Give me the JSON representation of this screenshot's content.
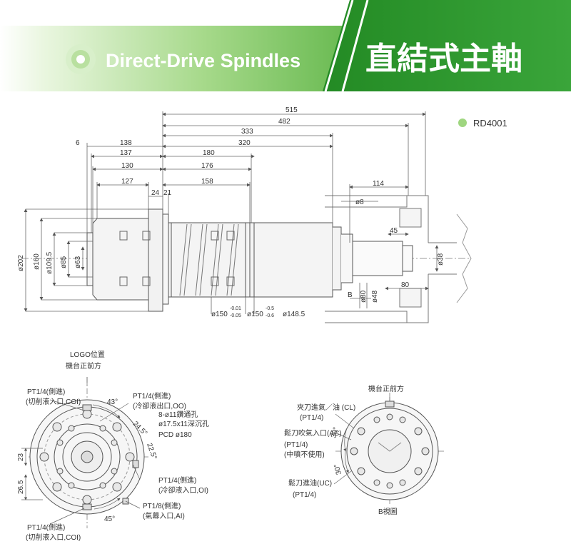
{
  "header": {
    "title_en": "Direct-Drive Spindles",
    "title_zh": "直結式主軸",
    "colors": {
      "green_dark": "#2e8b2e",
      "green_light": "#8ed06a",
      "white": "#ffffff"
    }
  },
  "model": "RD4001",
  "top_view": {
    "dims": {
      "d515": "515",
      "d482": "482",
      "d333": "333",
      "d320": "320",
      "d6": "6",
      "d138": "138",
      "d137": "137",
      "d180": "180",
      "d130": "130",
      "d176": "176",
      "d127": "127",
      "d158": "158",
      "d24": "24",
      "d21": "21",
      "d114": "114",
      "d8": "ø8",
      "d45": "45",
      "d80": "80",
      "d38": "ø38",
      "d80v": "ø80",
      "d48": "ø48",
      "b_label": "B",
      "d202": "ø202",
      "d160": "ø160",
      "d1095": "ø109.5",
      "d85": "ø85",
      "d63": "ø63",
      "d150a": "ø150",
      "d150a_tol_up": "-0.01",
      "d150a_tol_dn": "-0.05",
      "d150b": "ø150",
      "d150b_tol_up": "-0.5",
      "d150b_tol_dn": "-0.6",
      "d1485": "ø148.5"
    }
  },
  "front_view": {
    "logo_pos": "LOGO位置",
    "machine_front": "機台正前方",
    "pt_side_1": "PT1/4(側進)",
    "cutting_in_1": "(切削液入口,COI)",
    "pt_side_2": "PT1/4(側進)",
    "coolant_out": "(冷卻液出口,OO)",
    "holes": "8-ø11鑽通孔",
    "counterbore": "ø17.5x11深沉孔",
    "pcd": "PCD ø180",
    "angle_43": "43°",
    "angle_245": "24.5°",
    "angle_225": "22.5°",
    "angle_45": "45°",
    "pt_side_3": "PT1/4(側進)",
    "coolant_in": "(冷卻液入口,OI)",
    "pt_18": "PT1/8(側進)",
    "air_in": "(氣幕入口,AI)",
    "pt_side_4": "PT1/4(側進)",
    "cutting_in_2": "(切削液入口,COI)",
    "dim_23": "23",
    "dim_265": "26.5"
  },
  "b_view": {
    "machine_front": "機台正前方",
    "clamp_label": "夾刀進氣／油 (CL)",
    "clamp_pt": "(PT1/4)",
    "release_label": "鬆刀吹氣入口(AC)",
    "release_pt": "(PT1/4)",
    "release_note": "(中噴不使用)",
    "unclamp_label": "鬆刀進油(UC)",
    "unclamp_pt": "(PT1/4)",
    "angle_30a": "30°",
    "angle_30b": "30°",
    "caption": "B視圖"
  }
}
